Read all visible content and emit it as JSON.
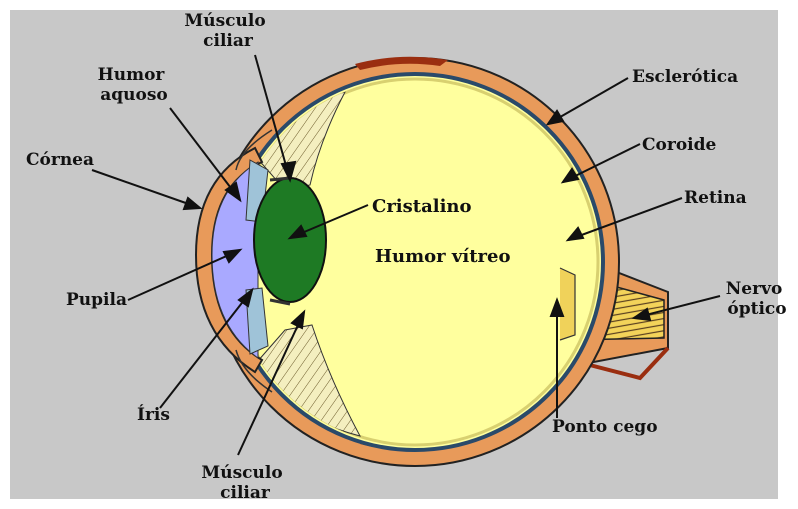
{
  "labels": {
    "musculo_ciliar_top": [
      "Músculo",
      "ciliar"
    ],
    "humor_aquoso": [
      "Humor",
      "aquoso"
    ],
    "cornea": "Córnea",
    "pupila": "Pupila",
    "iris": "Íris",
    "musculo_ciliar_bottom": [
      "Músculo",
      "ciliar"
    ],
    "cristalino": "Cristalino",
    "humor_vitreo": "Humor vítreo",
    "esclerotica": "Esclerótica",
    "coroide": "Coroide",
    "retina": "Retina",
    "nervo_optico": [
      "Nervo",
      "óptico"
    ],
    "ponto_cego": "Ponto cego"
  },
  "colors": {
    "background": "#c8c8c8",
    "sclera": "#e89a5a",
    "choroid": "#2a4a6a",
    "retina": "#fff79a",
    "vitreous": "#ffff9e",
    "lens": "#1e7a24",
    "cornea_chamber": "#a9a9ff",
    "ciliary": "#f2eebc",
    "nerve": "#f0d25a",
    "dark_red": "#9a2e10"
  }
}
